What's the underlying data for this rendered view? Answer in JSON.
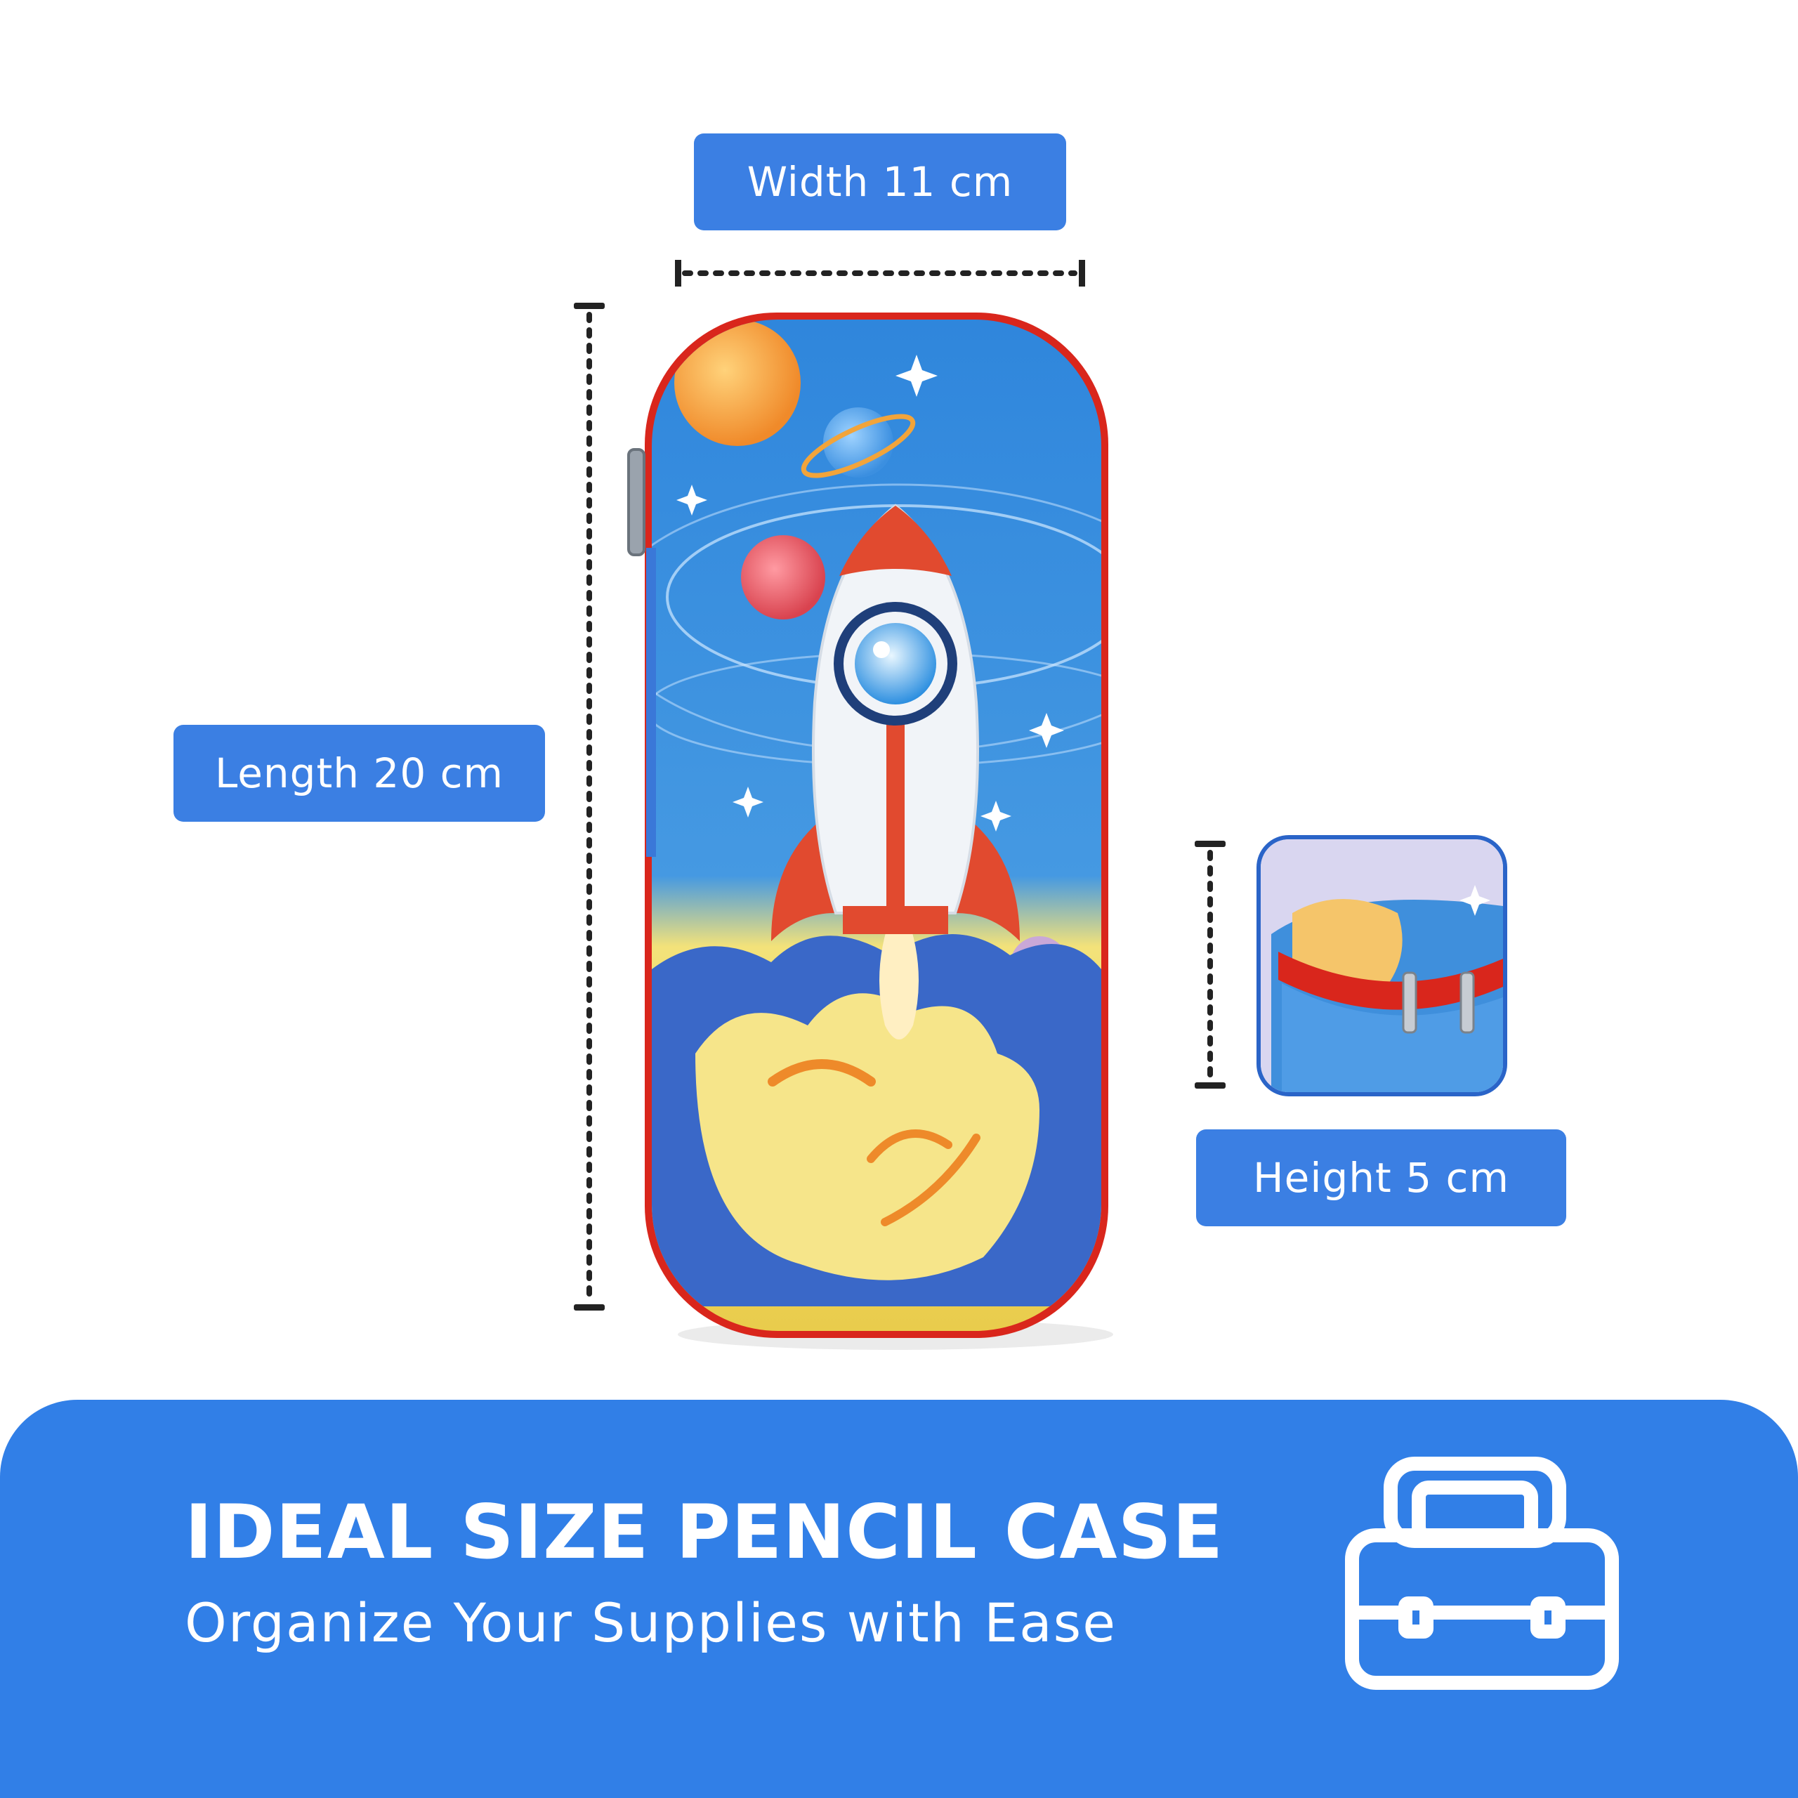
{
  "dimensions": {
    "width_label": "Width 11 cm",
    "length_label": "Length 20 cm",
    "height_label": "Height 5 cm"
  },
  "banner": {
    "title": "IDEAL SIZE PENCIL CASE",
    "subtitle": "Organize Your Supplies with Ease",
    "icon": "briefcase-icon"
  },
  "colors": {
    "accent_blue": "#317fe7",
    "tag_blue": "#3b7fe3",
    "zipper_red": "#d9261c",
    "case_blue": "#3f8fdc",
    "case_yellow": "#f1dd6a"
  }
}
